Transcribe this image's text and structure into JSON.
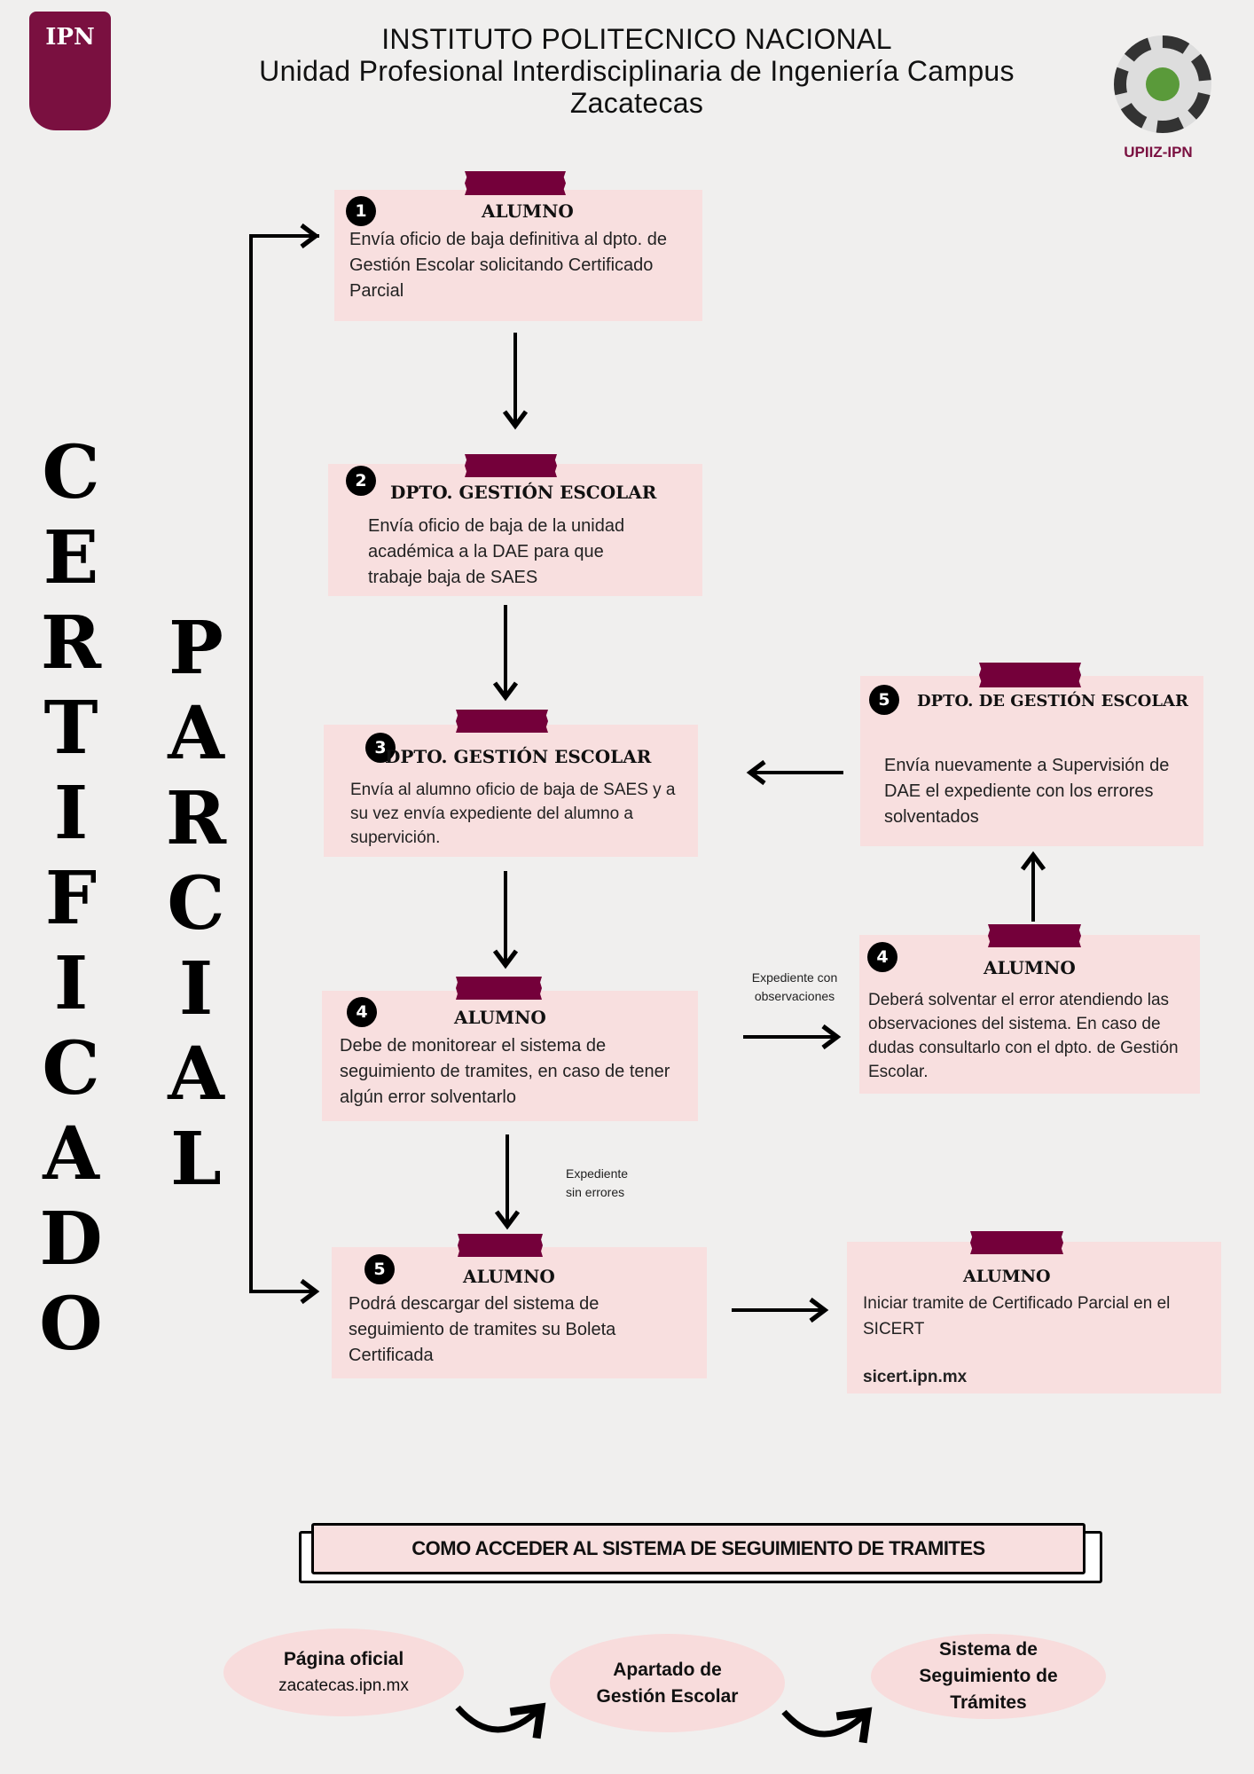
{
  "header": {
    "line1": "INSTITUTO POLITECNICO NACIONAL",
    "line2": "Unidad Profesional Interdisciplinaria de Ingeniería Campus",
    "line3": "Zacatecas"
  },
  "logos": {
    "left": "IPN",
    "right": "UPIIZ-IPN"
  },
  "title": {
    "word1": [
      "C",
      "E",
      "R",
      "T",
      "I",
      "F",
      "I",
      "C",
      "A",
      "D",
      "O"
    ],
    "word2": [
      "P",
      "A",
      "R",
      "C",
      "I",
      "A",
      "L"
    ]
  },
  "steps": [
    {
      "num": "1",
      "heading": "ALUMNO",
      "text": "Envía oficio de baja definitiva al dpto. de Gestión Escolar solicitando Certificado Parcial"
    },
    {
      "num": "2",
      "heading": "DPTO. GESTIÓN ESCOLAR",
      "text": "Envía oficio de baja de la unidad académica a la DAE para que trabaje baja de SAES"
    },
    {
      "num": "3",
      "heading": "DPTO. GESTIÓN ESCOLAR",
      "text": "Envía al alumno oficio de baja de SAES y a su vez envía expediente del alumno a supervición."
    },
    {
      "num": "4",
      "heading": "ALUMNO",
      "text": "Debe de monitorear el sistema de seguimiento de tramites, en caso de tener algún error solventarlo"
    },
    {
      "num": "5",
      "heading": "ALUMNO",
      "text": "Podrá descargar del sistema de seguimiento de tramites su Boleta Certificada"
    },
    {
      "num": "5",
      "heading": "DPTO. DE GESTIÓN ESCOLAR",
      "text": "Envía nuevamente a Supervisión de DAE el expediente con los errores solventados"
    },
    {
      "num": "4",
      "heading": "ALUMNO",
      "text": "Deberá solventar el error atendiendo las observaciones del sistema. En caso de dudas consultarlo con el dpto. de Gestión Escolar."
    },
    {
      "heading": "ALUMNO",
      "text": "Iniciar tramite de Certificado Parcial en el SICERT",
      "link": "sicert.ipn.mx"
    }
  ],
  "labels": {
    "con_obs": "Expediente con observaciones",
    "sin_err": "Expediente sin errores"
  },
  "access": {
    "banner": "COMO ACCEDER AL SISTEMA DE SEGUIMIENTO DE TRAMITES",
    "steps": [
      {
        "title": "Página oficial",
        "sub": "zacatecas.ipn.mx"
      },
      {
        "title": "Apartado de Gestión Escolar"
      },
      {
        "title": "Sistema de Seguimiento de Trámites"
      }
    ]
  },
  "colors": {
    "accent": "#74003a",
    "box": "#f8dfdf",
    "bg": "#f0efee"
  }
}
